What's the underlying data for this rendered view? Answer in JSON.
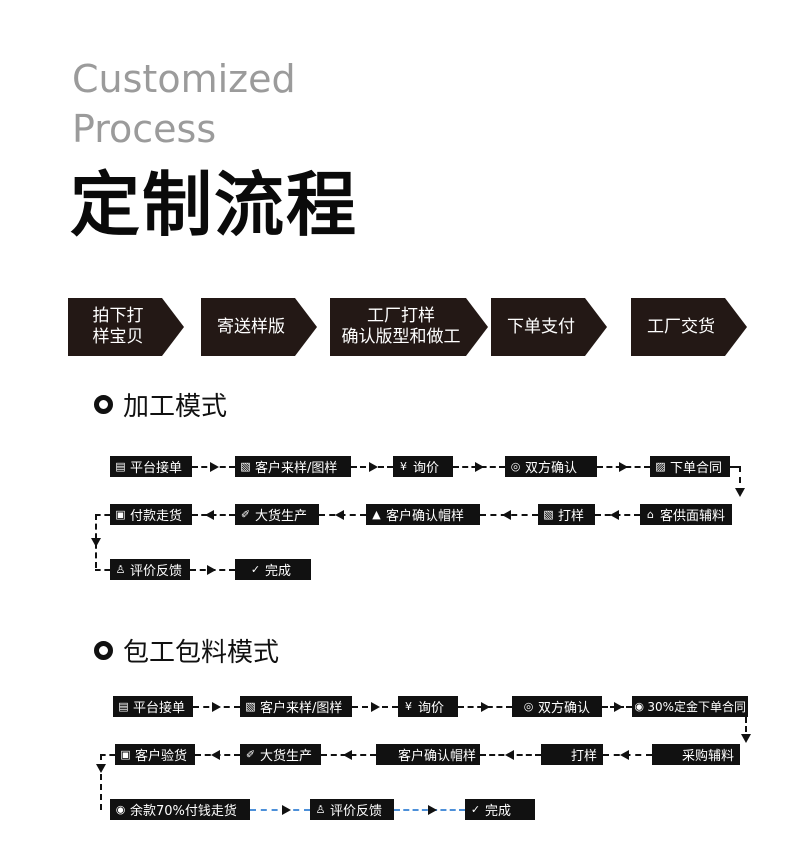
{
  "header": {
    "en_line1": "Customized",
    "en_line2": "Process",
    "cn_title": "定制流程"
  },
  "steps": [
    "拍下打\n样宝贝",
    "寄送样版",
    "工厂打样\n确认版型和做工",
    "下单支付",
    "工厂交货"
  ],
  "mode1": {
    "title": "加工模式",
    "row1": [
      {
        "icon": "document-icon",
        "glyph": "▤",
        "label": "平台接单"
      },
      {
        "icon": "edit-doc-icon",
        "glyph": "▧",
        "label": "客户来样/图样"
      },
      {
        "icon": "yen-icon",
        "glyph": "¥",
        "label": "询价"
      },
      {
        "icon": "handshake-icon",
        "glyph": "◎",
        "label": "双方确认"
      },
      {
        "icon": "contract-icon",
        "glyph": "▨",
        "label": "下单合同"
      }
    ],
    "row2": [
      {
        "icon": "home-icon",
        "glyph": "⌂",
        "label": "客供面辅料"
      },
      {
        "icon": "edit-icon",
        "glyph": "▧",
        "label": "打样"
      },
      {
        "icon": "hat-icon",
        "glyph": "▲",
        "label": "客户确认帽样"
      },
      {
        "icon": "tools-icon",
        "glyph": "✐",
        "label": "大货生产"
      },
      {
        "icon": "payment-icon",
        "glyph": "▣",
        "label": "付款走货"
      }
    ],
    "row3": [
      {
        "icon": "thumb-up-icon",
        "glyph": "♙",
        "label": "评价反馈"
      },
      {
        "icon": "check-circle-icon",
        "glyph": "✓",
        "label": "完成"
      }
    ]
  },
  "mode2": {
    "title": "包工包料模式",
    "row1": [
      {
        "icon": "document-icon",
        "glyph": "▤",
        "label": "平台接单"
      },
      {
        "icon": "edit-doc-icon",
        "glyph": "▧",
        "label": "客户来样/图样"
      },
      {
        "icon": "yen-icon",
        "glyph": "¥",
        "label": "询价"
      },
      {
        "icon": "handshake-icon",
        "glyph": "◎",
        "label": "双方确认"
      },
      {
        "icon": "deposit-icon",
        "glyph": "◉",
        "label": "30%定金下单合同"
      }
    ],
    "row2": [
      {
        "icon": "",
        "glyph": "",
        "label": "采购辅料"
      },
      {
        "icon": "",
        "glyph": "",
        "label": "打样"
      },
      {
        "icon": "",
        "glyph": "",
        "label": "客户确认帽样"
      },
      {
        "icon": "tools-icon",
        "glyph": "✐",
        "label": "大货生产"
      },
      {
        "icon": "inspect-icon",
        "glyph": "▣",
        "label": "客户验货"
      }
    ],
    "row3": [
      {
        "icon": "balance-icon",
        "glyph": "◉",
        "label": "余款70%付钱走货"
      },
      {
        "icon": "thumb-up-icon",
        "glyph": "♙",
        "label": "评价反馈"
      },
      {
        "icon": "check-circle-icon",
        "glyph": "✓",
        "label": "完成"
      }
    ]
  }
}
